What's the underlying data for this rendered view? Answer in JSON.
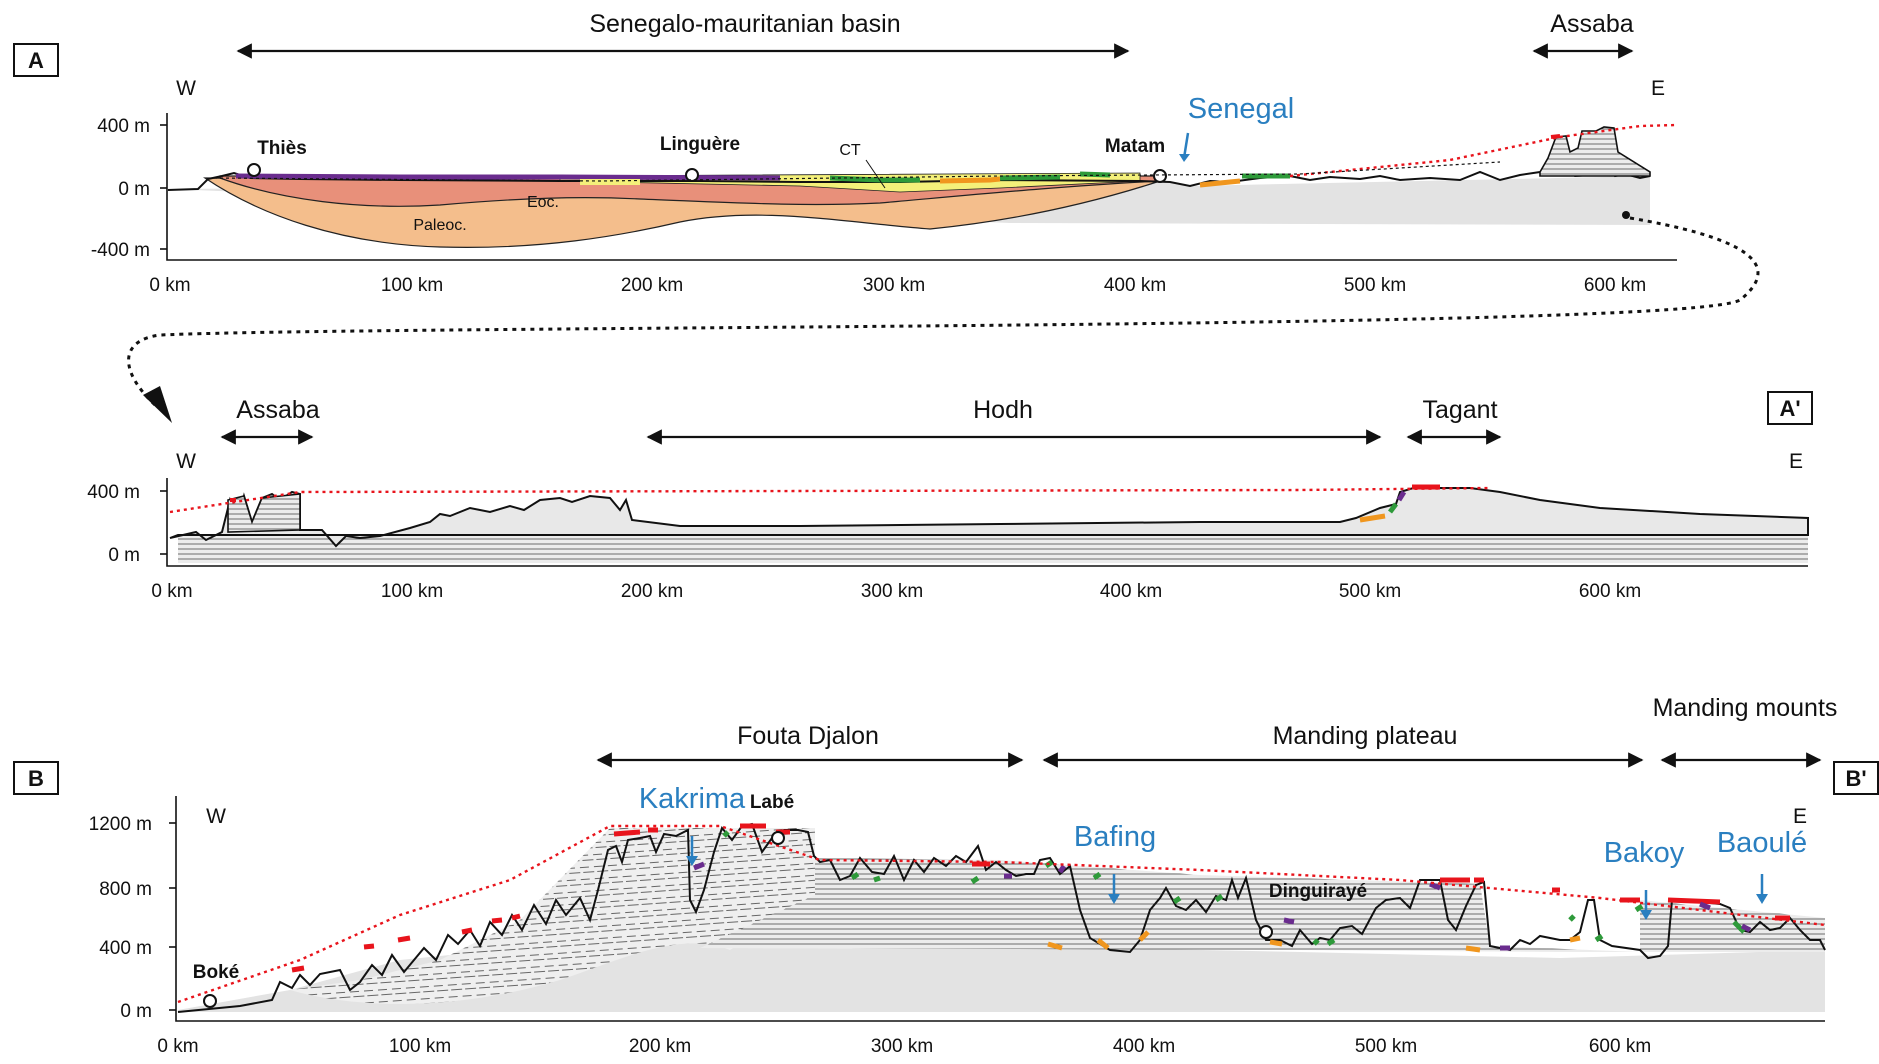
{
  "section_A": {
    "label_start": "A",
    "label_end": "A'",
    "west": "W",
    "east": "E",
    "y_ticks": [
      "400 m",
      "0 m",
      "-400 m"
    ],
    "x_ticks": [
      "0 km",
      "100 km",
      "200 km",
      "300 km",
      "400 km",
      "500 km",
      "600 km"
    ],
    "regions": [
      "Senegalo-mauritanian basin",
      "Assaba"
    ],
    "towns": [
      "Thiès",
      "Linguère",
      "Matam"
    ],
    "river": "Senegal",
    "units": [
      "CT",
      "Eoc.",
      "Paleoc."
    ]
  },
  "section_A2": {
    "west": "W",
    "east": "E",
    "y_ticks": [
      "400 m",
      "0 m"
    ],
    "x_ticks": [
      "0 km",
      "100 km",
      "200 km",
      "300 km",
      "400 km",
      "500 km",
      "600 km"
    ],
    "regions": [
      "Assaba",
      "Hodh",
      "Tagant"
    ]
  },
  "section_B": {
    "label_start": "B",
    "label_end": "B'",
    "west": "W",
    "east": "E",
    "y_ticks": [
      "1200 m",
      "800 m",
      "400 m",
      "0 m"
    ],
    "x_ticks": [
      "0 km",
      "100 km",
      "200 km",
      "300 km",
      "400 km",
      "500 km",
      "600 km"
    ],
    "regions": [
      "Fouta Djalon",
      "Manding plateau",
      "Manding mounts"
    ],
    "towns": [
      "Boké",
      "Labé",
      "Dinguirayé"
    ],
    "rivers": [
      "Kakrima",
      "Bafing",
      "Bakoy",
      "Baoulé"
    ]
  },
  "colors": {
    "envelope": "#e8141c",
    "river_text": "#2a7fc0",
    "eocene": "#e8907a",
    "paleocene": "#f4be8c",
    "continental_terminal": "#f4f07a",
    "crust_top_purple": "#6a2c8e",
    "surface_green": "#2e9a3a",
    "surface_orange": "#f0961e",
    "surface_red": "#e8141c",
    "basement": "#e3e3e3"
  }
}
